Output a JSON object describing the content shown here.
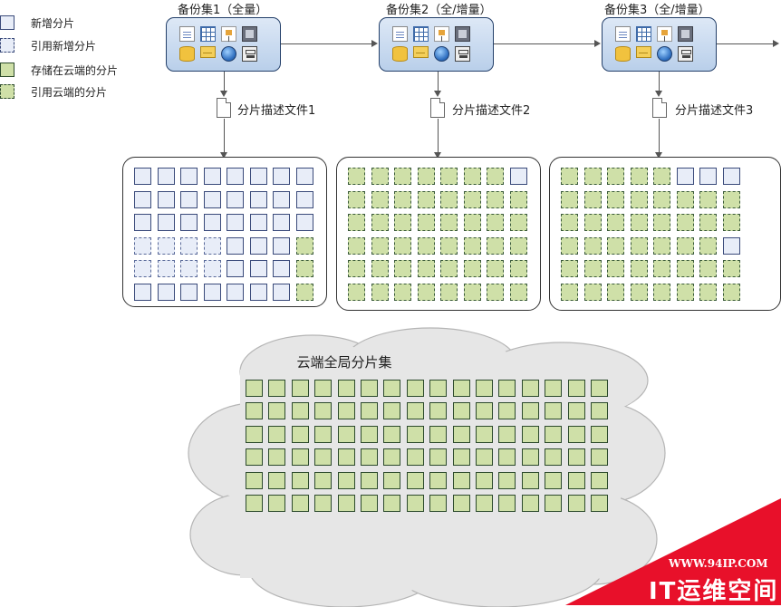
{
  "legend": [
    {
      "type": "new",
      "label": "新增分片"
    },
    {
      "type": "refnew",
      "label": "引用新增分片"
    },
    {
      "type": "cloud",
      "label": "存储在云端的分片"
    },
    {
      "type": "refcloud",
      "label": "引用云端的分片"
    }
  ],
  "backups": [
    {
      "title": "备份集1（全量）",
      "file_label": "分片描述文件1"
    },
    {
      "title": "备份集2（全/增量）",
      "file_label": "分片描述文件2"
    },
    {
      "title": "备份集3（全/增量）",
      "file_label": "分片描述文件3"
    }
  ],
  "backup_icons": [
    "document-icon",
    "spreadsheet-icon",
    "presentation-icon",
    "film-icon",
    "database-icon",
    "mail-icon",
    "globe-icon",
    "server-icon"
  ],
  "panels": [
    {
      "name": "shard-panel-1",
      "rows": [
        [
          "new",
          "new",
          "new",
          "new",
          "new",
          "new",
          "new",
          "new"
        ],
        [
          "new",
          "new",
          "new",
          "new",
          "new",
          "new",
          "new",
          "new"
        ],
        [
          "new",
          "new",
          "new",
          "new",
          "new",
          "new",
          "new",
          "new"
        ],
        [
          "refnew",
          "refnew",
          "refnew",
          "refnew",
          "new",
          "new",
          "new",
          "refcloud"
        ],
        [
          "refnew",
          "refnew",
          "refnew",
          "refnew",
          "new",
          "new",
          "new",
          "refcloud"
        ],
        [
          "new",
          "new",
          "new",
          "new",
          "new",
          "new",
          "new",
          "refcloud"
        ]
      ]
    },
    {
      "name": "shard-panel-2",
      "rows": [
        [
          "refcloud",
          "refcloud",
          "refcloud",
          "refcloud",
          "refcloud",
          "refcloud",
          "refcloud",
          "new"
        ],
        [
          "refcloud",
          "refcloud",
          "refcloud",
          "refcloud",
          "refcloud",
          "refcloud",
          "refcloud",
          "refcloud"
        ],
        [
          "refcloud",
          "refcloud",
          "refcloud",
          "refcloud",
          "refcloud",
          "refcloud",
          "refcloud",
          "refcloud"
        ],
        [
          "refcloud",
          "refcloud",
          "refcloud",
          "refcloud",
          "refcloud",
          "refcloud",
          "refcloud",
          "refcloud"
        ],
        [
          "refcloud",
          "refcloud",
          "refcloud",
          "refcloud",
          "refcloud",
          "refcloud",
          "refcloud",
          "refcloud"
        ],
        [
          "refcloud",
          "refcloud",
          "refcloud",
          "refcloud",
          "refcloud",
          "refcloud",
          "refcloud",
          "refcloud"
        ]
      ]
    },
    {
      "name": "shard-panel-3",
      "rows": [
        [
          "refcloud",
          "refcloud",
          "refcloud",
          "refcloud",
          "refcloud",
          "new",
          "new",
          "new"
        ],
        [
          "refcloud",
          "refcloud",
          "refcloud",
          "refcloud",
          "refcloud",
          "refcloud",
          "refcloud",
          "refcloud"
        ],
        [
          "refcloud",
          "refcloud",
          "refcloud",
          "refcloud",
          "refcloud",
          "refcloud",
          "refcloud",
          "refcloud"
        ],
        [
          "refcloud",
          "refcloud",
          "refcloud",
          "refcloud",
          "refcloud",
          "refcloud",
          "refcloud",
          "new"
        ],
        [
          "refcloud",
          "refcloud",
          "refcloud",
          "refcloud",
          "refcloud",
          "refcloud",
          "refcloud",
          "refcloud"
        ],
        [
          "refcloud",
          "refcloud",
          "refcloud",
          "refcloud",
          "refcloud",
          "refcloud",
          "refcloud",
          "refcloud"
        ]
      ]
    }
  ],
  "cloud": {
    "title": "云端全局分片集",
    "rows": 6,
    "cols": 16,
    "cell_type": "cloud"
  },
  "watermark": {
    "url": "WWW.94IP.COM",
    "brand": "IT运维空间"
  },
  "colors": {
    "new_fill": "#e8edf8",
    "new_border": "#3a4a7a",
    "cloud_fill": "#cfe0a8",
    "cloud_border": "#2c4a2c",
    "backup_box_top": "#dde8f6",
    "backup_box_bottom": "#b9cfea",
    "watermark_red": "#e8102a"
  }
}
